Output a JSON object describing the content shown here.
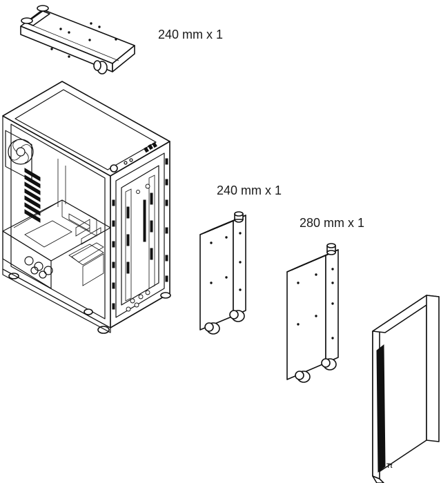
{
  "labels": {
    "top_radiator": "240 mm x 1",
    "front_radiator_240": "240 mm x 1",
    "front_radiator_280": "280 mm x 1"
  },
  "logo": {
    "front_panel_logo": "Tt"
  },
  "colors": {
    "line": "#111111",
    "background": "#ffffff"
  }
}
